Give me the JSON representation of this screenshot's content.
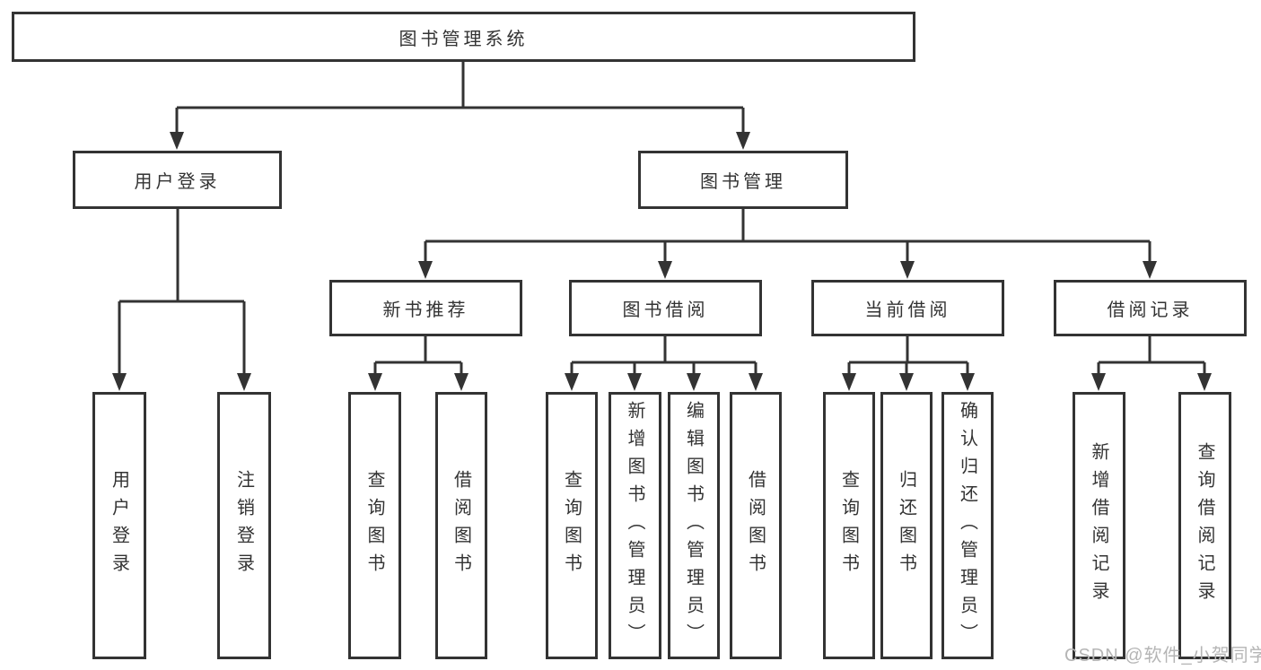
{
  "tree": {
    "root": {
      "label": "图书管理系统",
      "children": [
        {
          "label": "用户登录",
          "children": [
            {
              "label": "用户登录"
            },
            {
              "label": "注销登录"
            }
          ]
        },
        {
          "label": "图书管理",
          "children": [
            {
              "label": "新书推荐",
              "children": [
                {
                  "label": "查询图书"
                },
                {
                  "label": "借阅图书"
                }
              ]
            },
            {
              "label": "图书借阅",
              "children": [
                {
                  "label": "查询图书"
                },
                {
                  "label": "新增图书（管理员）"
                },
                {
                  "label": "编辑图书（管理员）"
                },
                {
                  "label": "借阅图书"
                }
              ]
            },
            {
              "label": "当前借阅",
              "children": [
                {
                  "label": "查询图书"
                },
                {
                  "label": "归还图书"
                },
                {
                  "label": "确认归还（管理员）"
                }
              ]
            },
            {
              "label": "借阅记录",
              "children": [
                {
                  "label": "新增借阅记录"
                },
                {
                  "label": "查询借阅记录"
                }
              ]
            }
          ]
        }
      ]
    }
  },
  "watermark": "CSDN @软件_小贺同学",
  "colors": {
    "line": "#333333",
    "box_border": "#333333",
    "text": "#333333",
    "watermark": "#b5b5b5",
    "background": "#ffffff"
  }
}
